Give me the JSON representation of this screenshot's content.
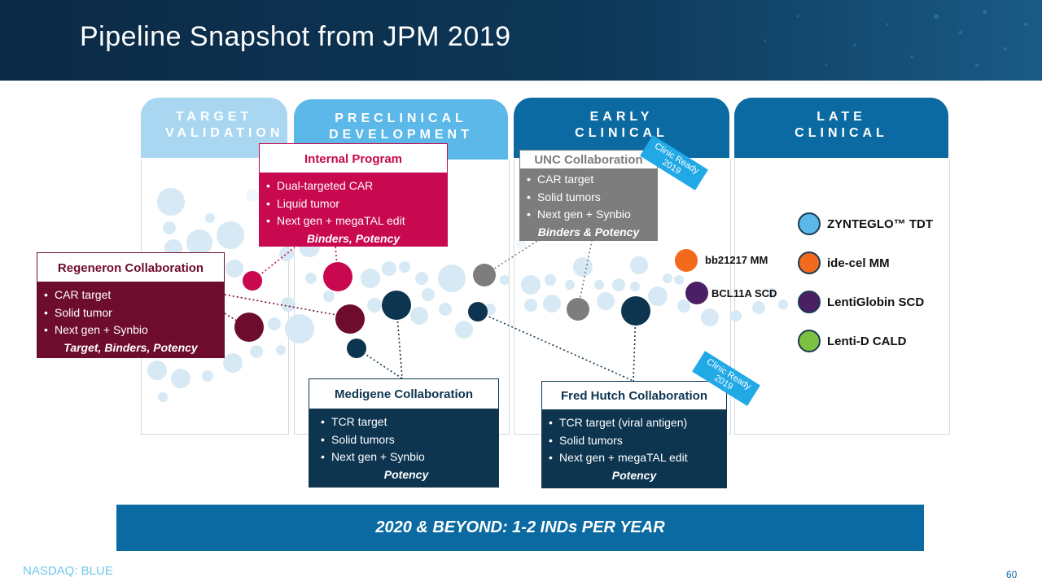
{
  "title": "Pipeline Snapshot from JPM 2019",
  "stages": [
    {
      "label": "TARGET VALIDATION",
      "color": "#a9d7f2"
    },
    {
      "label": "PRECLINICAL DEVELOPMENT",
      "color": "#5cb8e8"
    },
    {
      "label": "EARLY CLINICAL",
      "color": "#0b6aa2"
    },
    {
      "label": "LATE CLINICAL",
      "color": "#0b6aa2"
    }
  ],
  "callouts": {
    "internal": {
      "title": "Internal Program",
      "items": [
        "Dual-targeted CAR",
        "Liquid tumor",
        "Next gen + megaTAL edit"
      ],
      "footer": "Binders, Potency",
      "color": "#c8084f"
    },
    "regeneron": {
      "title": "Regeneron Collaboration",
      "items": [
        "CAR target",
        "Solid tumor",
        "Next gen + Synbio"
      ],
      "footer": "Target, Binders, Potency",
      "color": "#6e0c2e"
    },
    "unc": {
      "title": "UNC Collaboration",
      "items": [
        "CAR target",
        "Solid tumors",
        "Next gen + Synbio"
      ],
      "footer": "Binders & Potency",
      "color": "#7d7d7d"
    },
    "medigene": {
      "title": "Medigene Collaboration",
      "items": [
        "TCR target",
        "Solid tumors",
        "Next gen + Synbio"
      ],
      "footer": "Potency",
      "color": "#0d3550"
    },
    "fredhutch": {
      "title": "Fred Hutch Collaboration",
      "items": [
        "TCR target (viral antigen)",
        "Solid tumors",
        "Next gen + megaTAL edit"
      ],
      "footer": "Potency",
      "color": "#0d3550"
    }
  },
  "ribbon_text": "Clinic Ready 2019",
  "programs": [
    {
      "label": "bb21217 MM",
      "color": "#f26b1d"
    },
    {
      "label": "BCL11A SCD",
      "color": "#4a1f63"
    }
  ],
  "legend": [
    {
      "label": "ZYNTEGLO™ TDT",
      "color": "#5cb8e8"
    },
    {
      "label": "ide-cel MM",
      "color": "#f26b1d"
    },
    {
      "label": "LentiGlobin SCD",
      "color": "#4a1f63"
    },
    {
      "label": "Lenti-D CALD",
      "color": "#7cc242"
    }
  ],
  "banner": "2020 & BEYOND:  1-2 INDs PER YEAR",
  "footer": {
    "ticker": "NASDAQ: BLUE",
    "page": "60"
  }
}
